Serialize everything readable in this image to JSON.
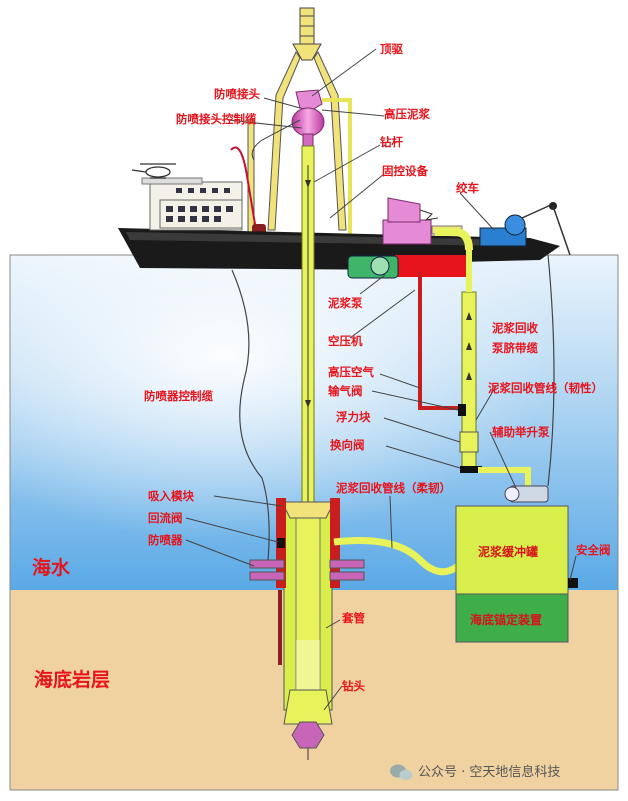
{
  "labels": {
    "top_drive": "顶驱",
    "bop_joint": "防喷接头",
    "bop_joint_cable": "防喷接头控制缆",
    "hp_mud": "高压泥浆",
    "drill_pipe": "钻杆",
    "fixed_equipment": "固控设备",
    "winch": "绞车",
    "mud_pump": "泥浆泵",
    "air_compressor": "空压机",
    "hp_air": "高压空气",
    "gas_valve": "输气阀",
    "float_block": "浮力块",
    "reversing_valve": "换向阀",
    "mud_return_pump_cable": "泥浆回收\n泵脐带缆",
    "mud_return_line_flexible": "泥浆回收管线（韧性）",
    "aux_lift_pump": "辅助举升泵",
    "bop_control_cable": "防喷器控制缆",
    "suction_module": "吸入模块",
    "return_valve": "回流阀",
    "bop": "防喷器",
    "mud_return_line_soft": "泥浆回收管线（柔韧）",
    "casing": "套管",
    "drill_bit": "钻头",
    "mud_buffer_tank": "泥浆缓冲罐",
    "safety_valve": "安全阀",
    "seabed_anchor": "海底锚定装置",
    "seawater": "海水",
    "seabed_rock": "海底岩层"
  },
  "watermark": {
    "icon": "wechat-icon",
    "text": "公众号 · 空天地信息科技"
  },
  "colors": {
    "label_red": "#e8141c",
    "sea_blue": "#5aa9e6",
    "seabed_tan": "#f0d2a0",
    "pipe_yellow": "#e8f25a",
    "tank_green": "#d8ee4a",
    "anchor_green": "#3fae48",
    "hull_black": "#1a1a1a"
  }
}
